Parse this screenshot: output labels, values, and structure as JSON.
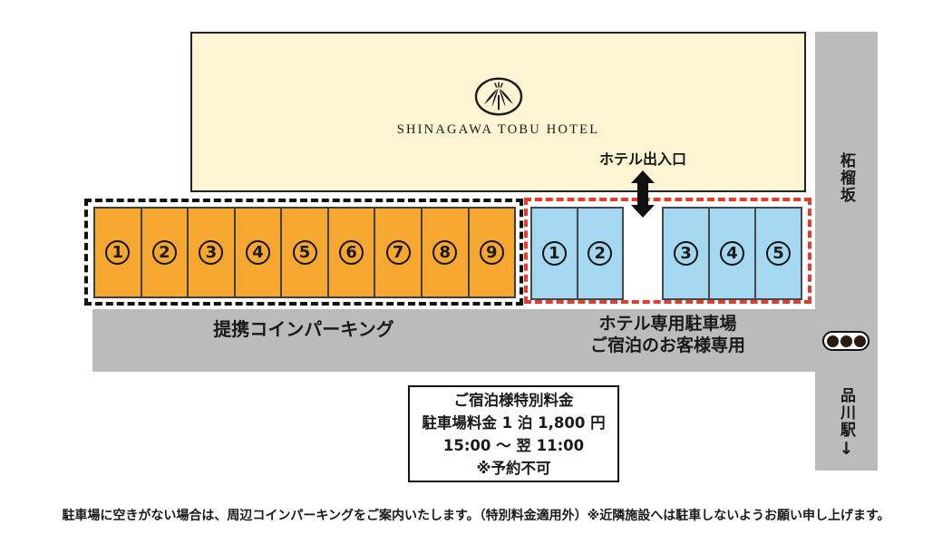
{
  "hotel": {
    "name": "SHINAGAWA TOBU HOTEL",
    "entrance_label": "ホテル出入口"
  },
  "coin_parking": {
    "label": "提携コインパーキング",
    "spaces": [
      "1",
      "2",
      "3",
      "4",
      "5",
      "6",
      "7",
      "8",
      "9"
    ]
  },
  "hotel_parking": {
    "label_line1": "ホテル専用駐車場",
    "label_line2": "ご宿泊のお客様専用",
    "group1": [
      "1",
      "2"
    ],
    "group2": [
      "3",
      "4",
      "5"
    ]
  },
  "roads": {
    "street_name": "柘榴坂",
    "station": "品川駅",
    "station_arrow": "↓"
  },
  "price_box": {
    "lines": [
      "ご宿泊様特別料金",
      "駐車場料金 1 泊 1,800 円",
      "15:00 ～ 翌 11:00",
      "※予約不可"
    ]
  },
  "footnote": "駐車場に空きがない場合は、周辺コインパーキングをご案内いたします。（特別料金適用外）※近隣施設へは駐車しないようお願い申し上げます。",
  "colors": {
    "building": "#FCF4D2",
    "coin_parking_fill": "#F6A72F",
    "hotel_parking_fill": "#A4D7F0",
    "road": "#BBBBBB",
    "hotel_lot_border": "#E63A2B",
    "ink": "#1A1A1A"
  }
}
